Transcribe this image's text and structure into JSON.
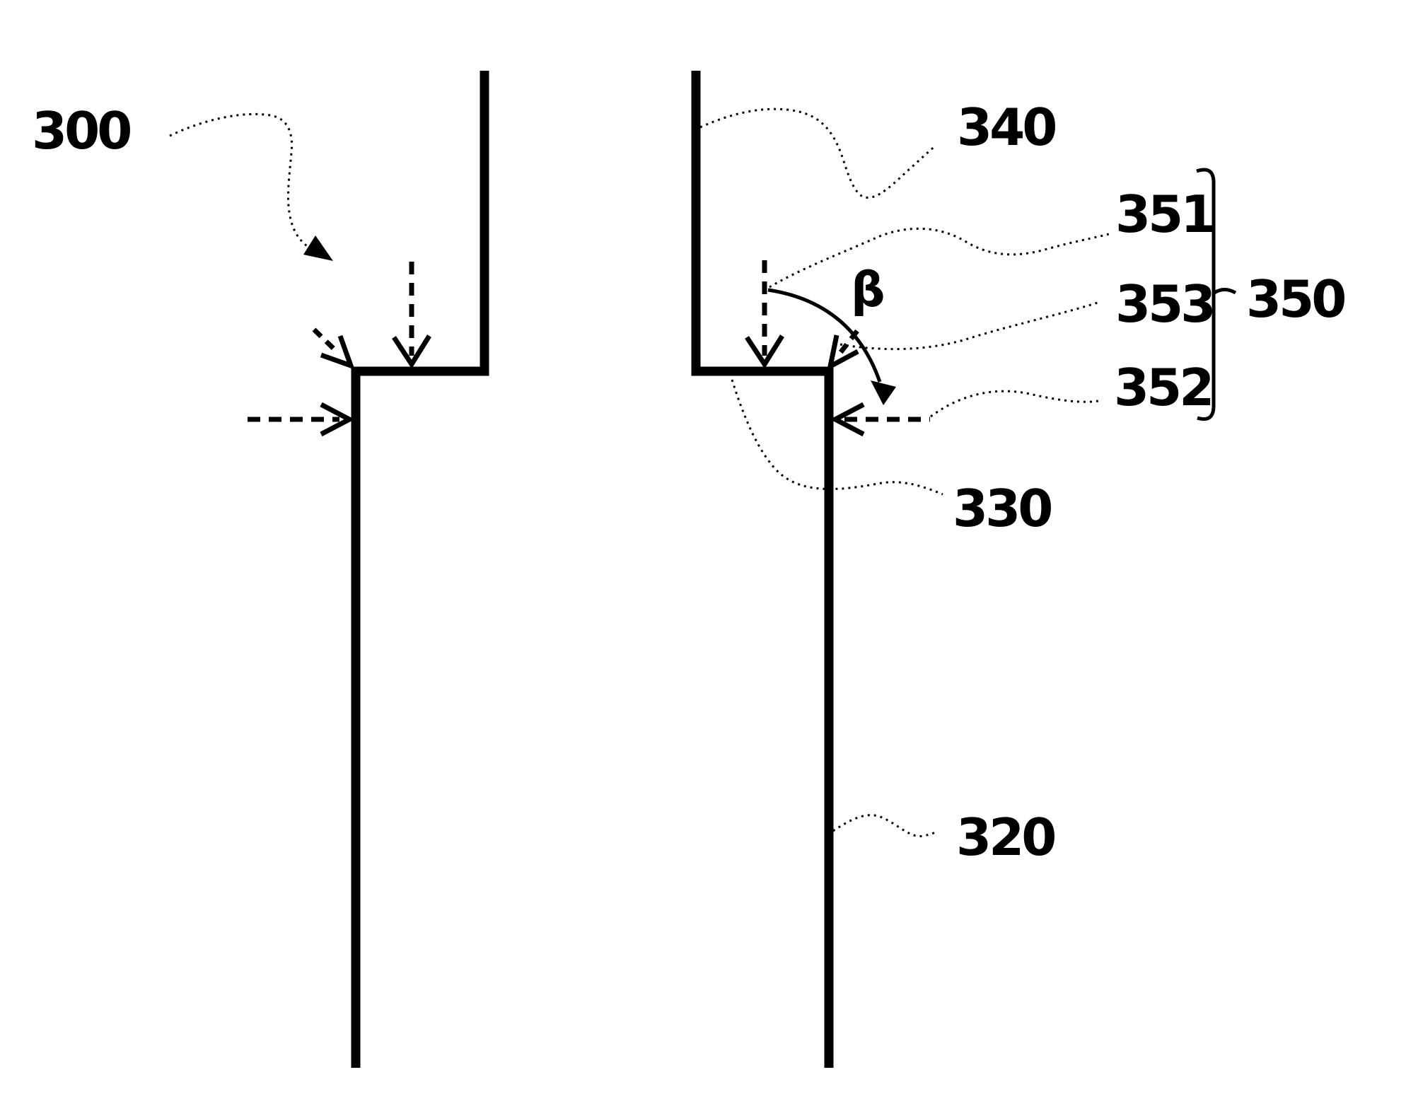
{
  "figure": {
    "description": "Patent cross-section diagram: two stepped trench sidewall profiles with reference numerals and deposition/etch direction arrows",
    "colors": {
      "ink": "#000000",
      "background": "#ffffff"
    },
    "labels": {
      "ref_300": "300",
      "ref_340": "340",
      "ref_351": "351",
      "ref_353": "353",
      "ref_350": "350",
      "ref_352": "352",
      "ref_330": "330",
      "ref_320": "320",
      "angle_beta": "β"
    }
  }
}
